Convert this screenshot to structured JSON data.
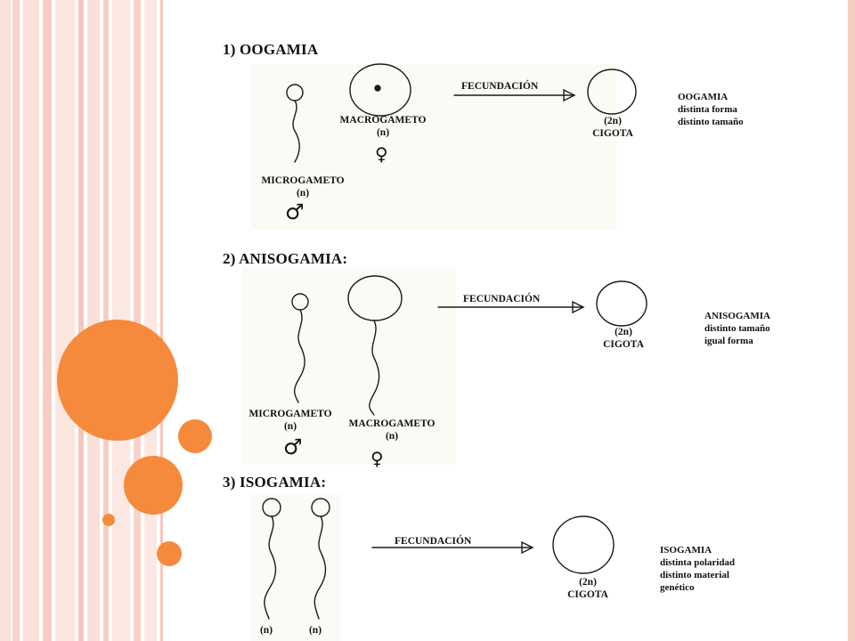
{
  "colors": {
    "accent": "#f58a3d",
    "stripe": "#f5c6bb",
    "stripe_light": "#fae0d9",
    "ink": "#1a1a1a"
  },
  "sections": [
    {
      "heading": "1) OOGAMIA",
      "fecundacion": "FECUNDACIÓN",
      "macro_label": "MACROGAMETO",
      "macro_ploidy": "(n)",
      "micro_label": "MICROGAMETO",
      "micro_ploidy": "(n)",
      "zygote_ploidy": "(2n)",
      "zygote_label": "CIGOTA",
      "female_symbol": "♀",
      "male_symbol": "♂",
      "description": [
        "OOGAMIA",
        "distinta forma",
        "distinto tamaño"
      ]
    },
    {
      "heading": "2) ANISOGAMIA:",
      "fecundacion": "FECUNDACIÓN",
      "macro_label": "MACROGAMETO",
      "macro_ploidy": "(n)",
      "micro_label": "MICROGAMETO",
      "micro_ploidy": "(n)",
      "zygote_ploidy": "(2n)",
      "zygote_label": "CIGOTA",
      "female_symbol": "♀",
      "male_symbol": "♂",
      "description": [
        "ANISOGAMIA",
        "distinto tamaño",
        "igual forma"
      ]
    },
    {
      "heading": "3) ISOGAMIA:",
      "fecundacion": "FECUNDACIÓN",
      "gamete_a_ploidy": "(n)",
      "gamete_b_ploidy": "(n)",
      "zygote_ploidy": "(2n)",
      "zygote_label": "CIGOTA",
      "description": [
        "ISOGAMIA",
        "distinta polaridad",
        "distinto material",
        "genético"
      ]
    }
  ]
}
